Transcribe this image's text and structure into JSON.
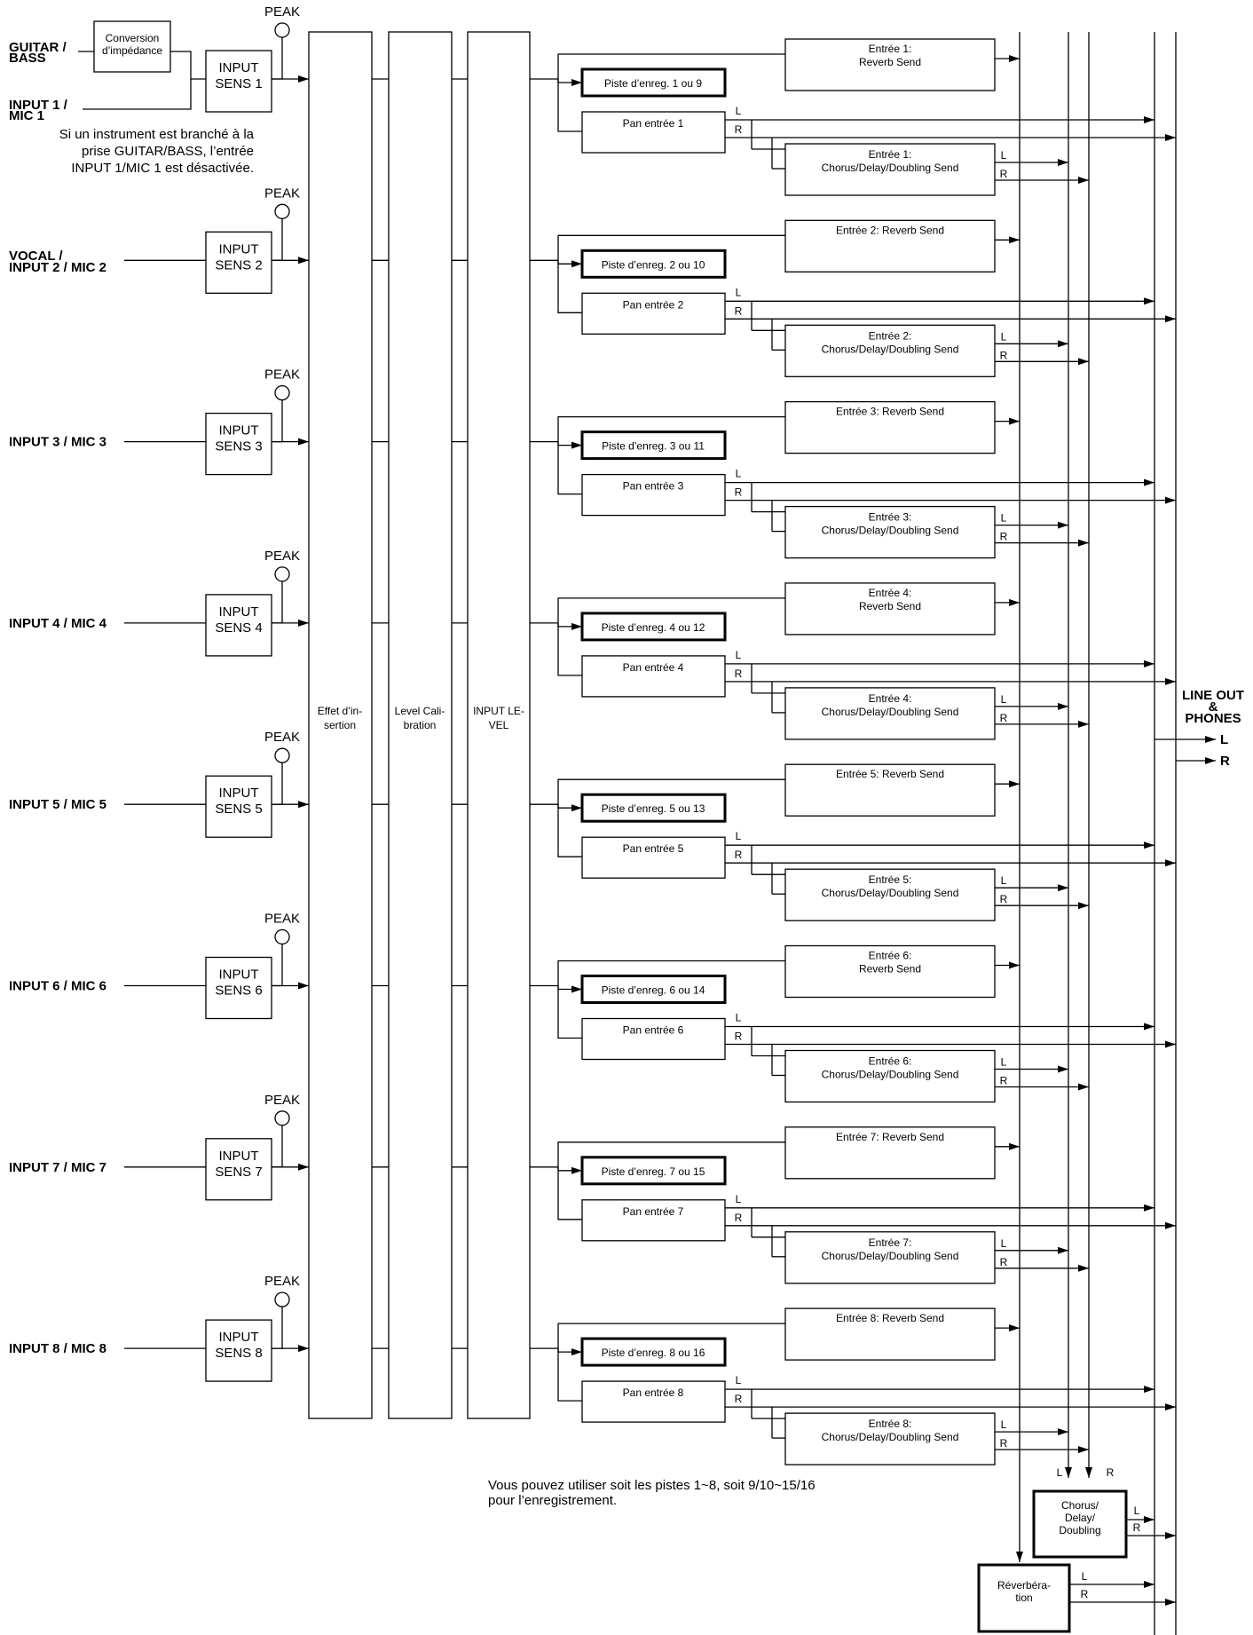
{
  "inputs": [
    {
      "label_lines": [
        "GUITAR /",
        "BASS"
      ],
      "sens": [
        "INPUT",
        "SENS 1"
      ],
      "rec": "Piste d’enreg. 1 ou 9",
      "pan": "Pan entrée 1",
      "reverb": [
        "Entrée 1:",
        "Reverb Send"
      ],
      "chorus": [
        "Entrée 1:",
        "Chorus/Delay/Doubling Send"
      ]
    },
    {
      "label_lines": [
        "VOCAL /",
        "INPUT 2 / MIC 2"
      ],
      "sens": [
        "INPUT",
        "SENS 2"
      ],
      "rec": "Piste d’enreg. 2 ou 10",
      "pan": "Pan entrée 2",
      "reverb": [
        "Entrée 2: Reverb Send"
      ],
      "chorus": [
        "Entrée 2:",
        "Chorus/Delay/Doubling Send"
      ]
    },
    {
      "label_lines": [
        "INPUT 3 / MIC 3"
      ],
      "sens": [
        "INPUT",
        "SENS 3"
      ],
      "rec": "Piste d’enreg. 3 ou 11",
      "pan": "Pan entrée 3",
      "reverb": [
        "Entrée 3: Reverb Send"
      ],
      "chorus": [
        "Entrée 3:",
        "Chorus/Delay/Doubling Send"
      ]
    },
    {
      "label_lines": [
        "INPUT 4 / MIC 4"
      ],
      "sens": [
        "INPUT",
        "SENS 4"
      ],
      "rec": "Piste d’enreg. 4 ou 12",
      "pan": "Pan entrée 4",
      "reverb": [
        "Entrée 4:",
        "Reverb Send"
      ],
      "chorus": [
        "Entrée 4:",
        "Chorus/Delay/Doubling Send"
      ]
    },
    {
      "label_lines": [
        "INPUT 5 / MIC 5"
      ],
      "sens": [
        "INPUT",
        "SENS 5"
      ],
      "rec": "Piste d’enreg. 5 ou 13",
      "pan": "Pan entrée 5",
      "reverb": [
        "Entrée 5: Reverb Send"
      ],
      "chorus": [
        "Entrée 5:",
        "Chorus/Delay/Doubling Send"
      ]
    },
    {
      "label_lines": [
        "INPUT 6 / MIC 6"
      ],
      "sens": [
        "INPUT",
        "SENS 6"
      ],
      "rec": "Piste d’enreg. 6 ou 14",
      "pan": "Pan entrée 6",
      "reverb": [
        "Entrée 6:",
        "Reverb Send"
      ],
      "chorus": [
        "Entrée 6:",
        "Chorus/Delay/Doubling Send"
      ]
    },
    {
      "label_lines": [
        "INPUT 7 / MIC 7"
      ],
      "sens": [
        "INPUT",
        "SENS 7"
      ],
      "rec": "Piste d’enreg. 7 ou 15",
      "pan": "Pan entrée 7",
      "reverb": [
        "Entrée 7: Reverb Send"
      ],
      "chorus": [
        "Entrée 7:",
        "Chorus/Delay/Doubling Send"
      ]
    },
    {
      "label_lines": [
        "INPUT 8 / MIC 8"
      ],
      "sens": [
        "INPUT",
        "SENS 8"
      ],
      "rec": "Piste d’enreg. 8 ou 16",
      "pan": "Pan entrée 8",
      "reverb": [
        "Entrée 8: Reverb Send"
      ],
      "chorus": [
        "Entrée 8:",
        "Chorus/Delay/Doubling Send"
      ]
    }
  ],
  "input1_mic_lines": [
    "INPUT 1 /",
    "MIC 1"
  ],
  "impedance_lines": [
    "Conversion",
    "d’impédance"
  ],
  "guitar_note_lines": [
    "Si un instrument est branché à la",
    "prise GUITAR/BASS, l’entrée",
    "INPUT 1/MIC 1 est désactivée."
  ],
  "peak_label": "PEAK",
  "columns": {
    "insert_effect": [
      "Effet d’in-",
      "sertion"
    ],
    "level_calibration": [
      "Level Cali-",
      "bration"
    ],
    "input_level": [
      "INPUT LE-",
      "VEL"
    ]
  },
  "channel_l": "L",
  "channel_r": "R",
  "chorus_block": [
    "Chorus/",
    "Delay/",
    "Doubling"
  ],
  "reverb_block": [
    "Réverbéra-",
    "tion"
  ],
  "output_lines": [
    "LINE OUT",
    "&",
    "PHONES"
  ],
  "output_l": "L",
  "output_r": "R",
  "footnote_lines": [
    "Vous pouvez utiliser soit les pistes 1~8, soit 9/10~15/16",
    "pour l’enregistrement."
  ]
}
